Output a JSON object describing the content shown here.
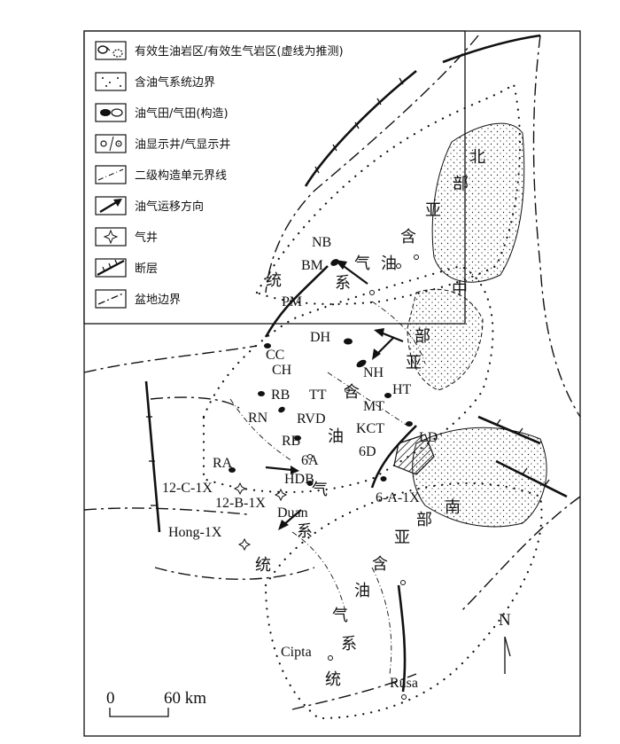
{
  "legend": {
    "items": [
      {
        "key": "source-rock",
        "label": "有效生油岩区/有效生气岩区(虚线为推测)",
        "icon": "source-rock-icon"
      },
      {
        "key": "petroleum-system-boundary",
        "label": "含油气系统边界",
        "icon": "dotted-boundary-icon"
      },
      {
        "key": "oil-gas-field",
        "label": "油气田/气田(构造)",
        "icon": "oil-gas-field-icon"
      },
      {
        "key": "show-wells",
        "label": "油显示井/气显示井",
        "icon": "show-well-icon"
      },
      {
        "key": "secondary-unit",
        "label": "二级构造单元界线",
        "icon": "dash-dot-line-icon"
      },
      {
        "key": "migration",
        "label": "油气运移方向",
        "icon": "arrow-icon"
      },
      {
        "key": "gas-well",
        "label": "气井",
        "icon": "gas-well-icon"
      },
      {
        "key": "fault",
        "label": "断层",
        "icon": "fault-icon"
      },
      {
        "key": "basin-boundary",
        "label": "盆地边界",
        "icon": "basin-boundary-icon"
      }
    ]
  },
  "fields": {
    "nb": "NB",
    "bm": "BM",
    "pm": "PM",
    "cc": "CC",
    "dh": "DH",
    "ch": "CH",
    "nh": "NH",
    "ht": "HT",
    "rb1": "RB",
    "tt": "TT",
    "rn": "RN",
    "rvd": "RVD",
    "mt": "MT",
    "rb2": "RB",
    "kct": "KCT",
    "ld": "LD",
    "ra": "RA",
    "a6": "6A",
    "gd": "6D",
    "hdb": "HDB",
    "duan": "Duan",
    "cipta": "Cipta",
    "rusa": "Rusa"
  },
  "wells": {
    "w12c": "12-C-1X",
    "w12b": "12-B-1X",
    "w6a": "6-A-1X",
    "hong": "Hong-1X"
  },
  "system_chars": {
    "north": [
      "北",
      "部",
      "亚",
      "含",
      "油",
      "气",
      "系",
      "统"
    ],
    "middle": [
      "中",
      "部",
      "亚",
      "含",
      "油",
      "气",
      "系",
      "统"
    ],
    "south": [
      "南",
      "部",
      "亚",
      "含",
      "油",
      "气",
      "系",
      "统"
    ]
  },
  "north_arrow": "N",
  "scale": {
    "zero": "0",
    "distance": "60 km"
  },
  "colors": {
    "ink": "#111111",
    "paper": "#ffffff"
  }
}
